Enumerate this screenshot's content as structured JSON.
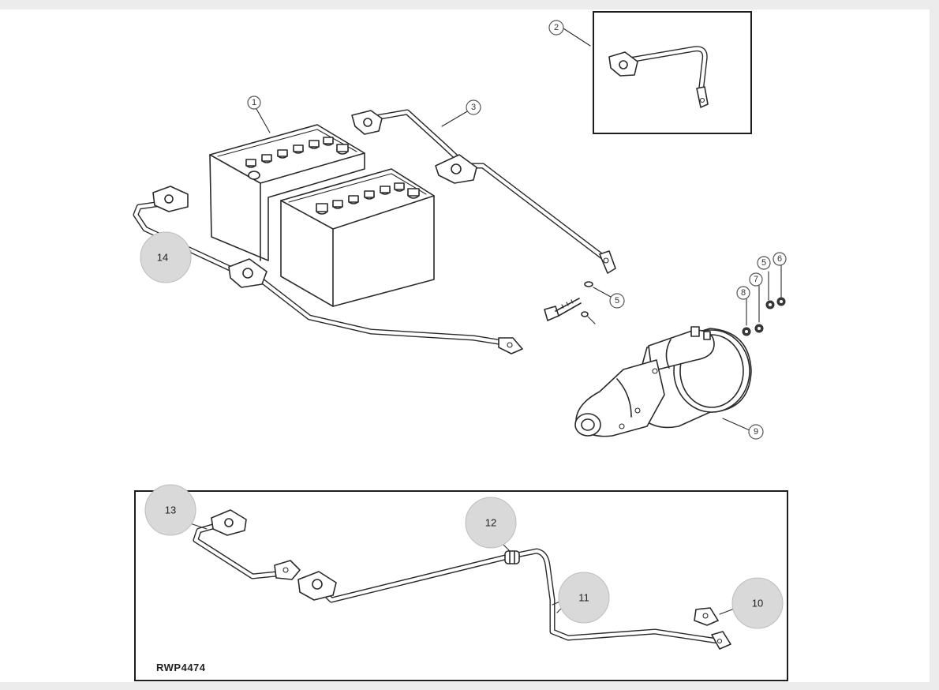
{
  "figure_id": "RWP4474",
  "callouts": [
    {
      "label": "1",
      "part": "batteries"
    },
    {
      "label": "2",
      "part": "inset-cable"
    },
    {
      "label": "3",
      "part": "positive-cable"
    },
    {
      "label": "5",
      "part": "washer-lower"
    },
    {
      "label": "5",
      "part": "washer-upper"
    },
    {
      "label": "6",
      "part": "nut"
    },
    {
      "label": "7",
      "part": "washer"
    },
    {
      "label": "8",
      "part": "nut-lower"
    },
    {
      "label": "9",
      "part": "starter-motor"
    }
  ],
  "highlighted_callouts": [
    {
      "label": "14",
      "part": "ground-cable"
    },
    {
      "label": "13",
      "part": "battery-jumper-cable"
    },
    {
      "label": "12",
      "part": "grommet"
    },
    {
      "label": "11",
      "part": "cable-clip"
    },
    {
      "label": "10",
      "part": "starter-cable-terminal"
    }
  ],
  "colors": {
    "highlight": "#d9d9d9",
    "line": "#2a2a2a",
    "frame": "#1e1e1e"
  }
}
